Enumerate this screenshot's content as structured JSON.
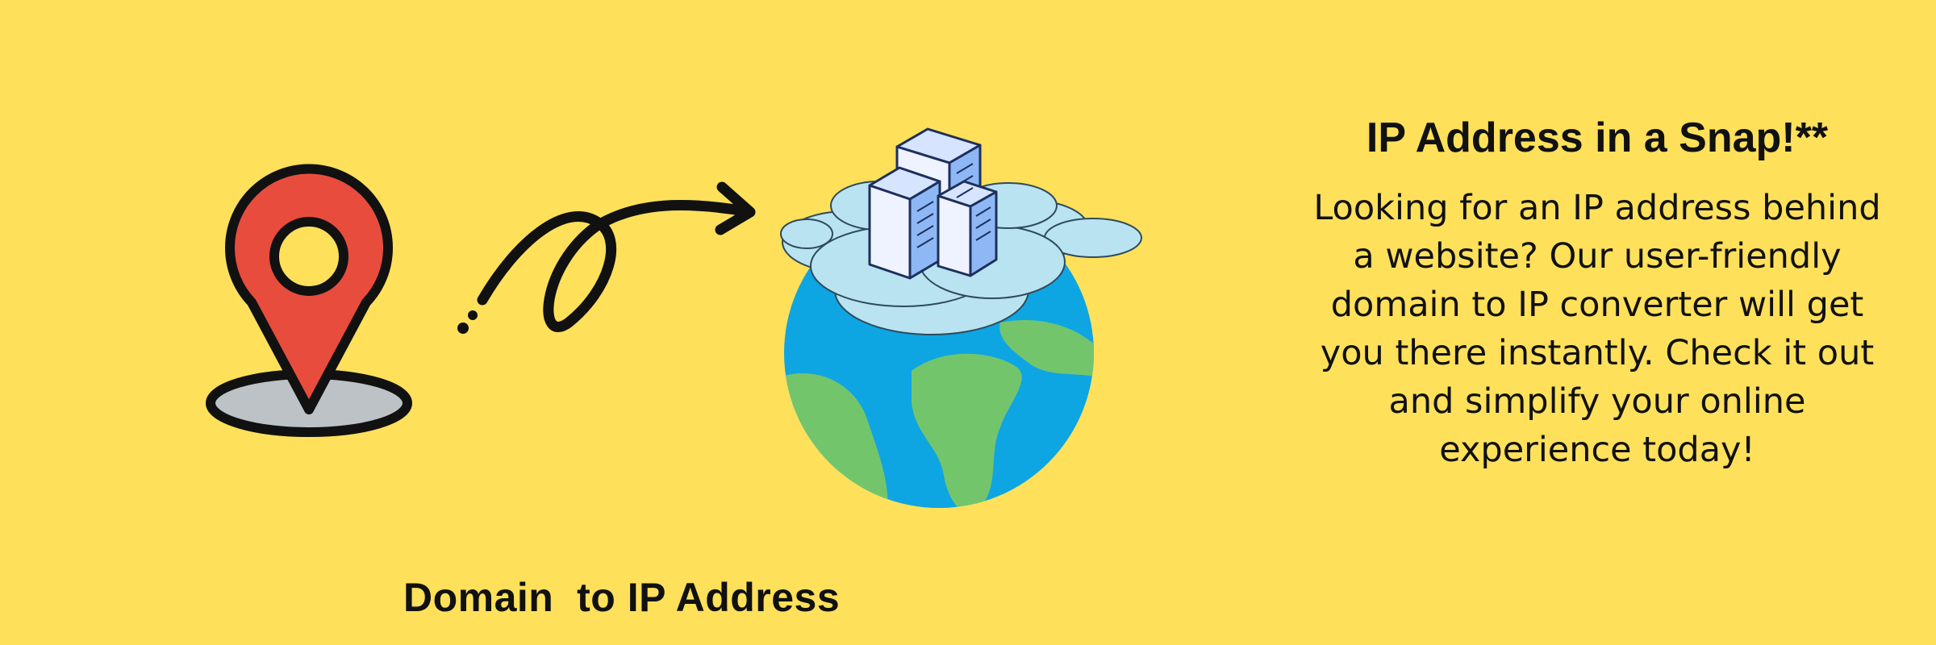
{
  "banner": {
    "background_color": "#FEE05B",
    "caption": "Domain  to IP Address",
    "headline": "IP Address in a Snap!**",
    "body_text": "Looking for an IP address behind a website? Our user-friendly domain to IP converter will get you there instantly. Check it out and simplify your online experience today!"
  },
  "icons": {
    "pin": "map-pin-icon",
    "arrow": "curly-arrow-icon",
    "globe": "globe-icon",
    "cloud": "cloud-icon",
    "servers": "server-rack-icon"
  },
  "colors": {
    "pin_red": "#E84C3D",
    "shadow_gray": "#BCC2C6",
    "ocean_blue": "#0EA5E3",
    "land_green": "#73C56C",
    "cloud_blue": "#B9E3F0",
    "server_blue": "#8DB8F5"
  }
}
